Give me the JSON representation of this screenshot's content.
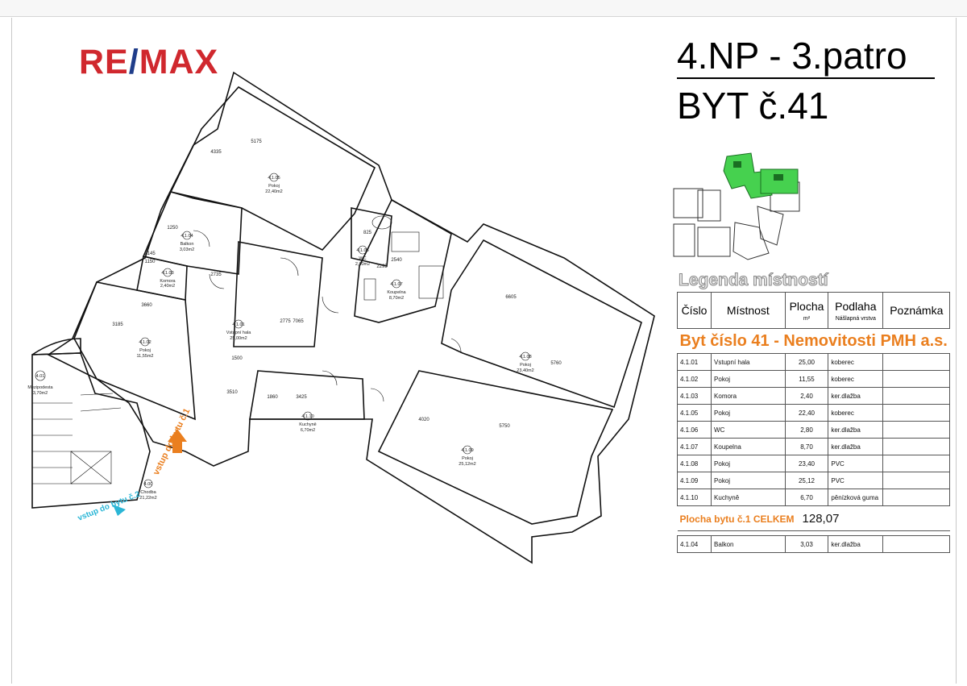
{
  "logo": {
    "text": "RE/MAX"
  },
  "header": {
    "floor_title": "4.NP - 3.patro",
    "unit_title": "BYT č.41"
  },
  "legend": {
    "heading": "Legenda místností",
    "columns": {
      "number": "Číslo",
      "room": "Místnost",
      "area": "Plocha",
      "area_unit": "m²",
      "floor": "Podlaha",
      "floor_sub": "Nášlapná vrstva",
      "note": "Poznámka"
    },
    "banner": "Byt číslo 41 - Nemovitosti PMH a.s.",
    "rows": [
      {
        "number": "4.1.01",
        "room": "Vstupní hala",
        "area": "25,00",
        "floor": "koberec",
        "note": ""
      },
      {
        "number": "4.1.02",
        "room": "Pokoj",
        "area": "11,55",
        "floor": "koberec",
        "note": ""
      },
      {
        "number": "4.1.03",
        "room": "Komora",
        "area": "2,40",
        "floor": "ker.dlažba",
        "note": ""
      },
      {
        "number": "4.1.05",
        "room": "Pokoj",
        "area": "22,40",
        "floor": "koberec",
        "note": ""
      },
      {
        "number": "4.1.06",
        "room": "WC",
        "area": "2,80",
        "floor": "ker.dlažba",
        "note": ""
      },
      {
        "number": "4.1.07",
        "room": "Koupelna",
        "area": "8,70",
        "floor": "ker.dlažba",
        "note": ""
      },
      {
        "number": "4.1.08",
        "room": "Pokoj",
        "area": "23,40",
        "floor": "PVC",
        "note": ""
      },
      {
        "number": "4.1.09",
        "room": "Pokoj",
        "area": "25,12",
        "floor": "PVC",
        "note": ""
      },
      {
        "number": "4.1.10",
        "room": "Kuchyně",
        "area": "6,70",
        "floor": "pěnízková guma",
        "note": ""
      }
    ],
    "total": {
      "label": "Plocha bytu č.1 CELKEM",
      "value": "128,07"
    },
    "extra_row": {
      "number": "4.1.04",
      "room": "Balkon",
      "area": "3,03",
      "floor": "ker.dlažba",
      "note": ""
    }
  },
  "plan": {
    "rooms": [
      {
        "number": "4.1.05",
        "name": "Pokoj",
        "area": "22,40m2"
      },
      {
        "number": "4.1.04",
        "name": "Balkon",
        "area": "3,03m2"
      },
      {
        "number": "4.1.03",
        "name": "Komora",
        "area": "2,40m2"
      },
      {
        "number": "4.1.06",
        "name": "WC",
        "area": "2,80m2"
      },
      {
        "number": "4.1.07",
        "name": "Koupelna",
        "area": "8,70m2"
      },
      {
        "number": "4.1.01",
        "name": "Vstupní hala",
        "area": "25,00m2"
      },
      {
        "number": "4.1.02",
        "name": "Pokoj",
        "area": "11,55m2"
      },
      {
        "number": "4.1.08",
        "name": "Pokoj",
        "area": "23,40m2"
      },
      {
        "number": "4.1.10",
        "name": "Kuchyně",
        "area": "6,70m2"
      },
      {
        "number": "4.1.09",
        "name": "Pokoj",
        "area": "25,12m2"
      },
      {
        "number": "4.01",
        "name": "Mezipodesta",
        "area": "3,70m2"
      },
      {
        "number": "4.00",
        "name": "Chodba",
        "area": "21,22m2"
      }
    ],
    "dimensions": [
      "5175",
      "4335",
      "1250",
      "825",
      "2145",
      "1150",
      "2735",
      "2540",
      "2295",
      "3660",
      "3185",
      "7065",
      "2775",
      "1500",
      "3510",
      "1860",
      "3425",
      "6605",
      "5760",
      "4020",
      "5750"
    ],
    "entry_main": "vstup do bytu č.1",
    "entry_other": "vstup do bytu č.2",
    "accent_orange": "#ea7f1f",
    "accent_cyan": "#2bb6d6"
  }
}
